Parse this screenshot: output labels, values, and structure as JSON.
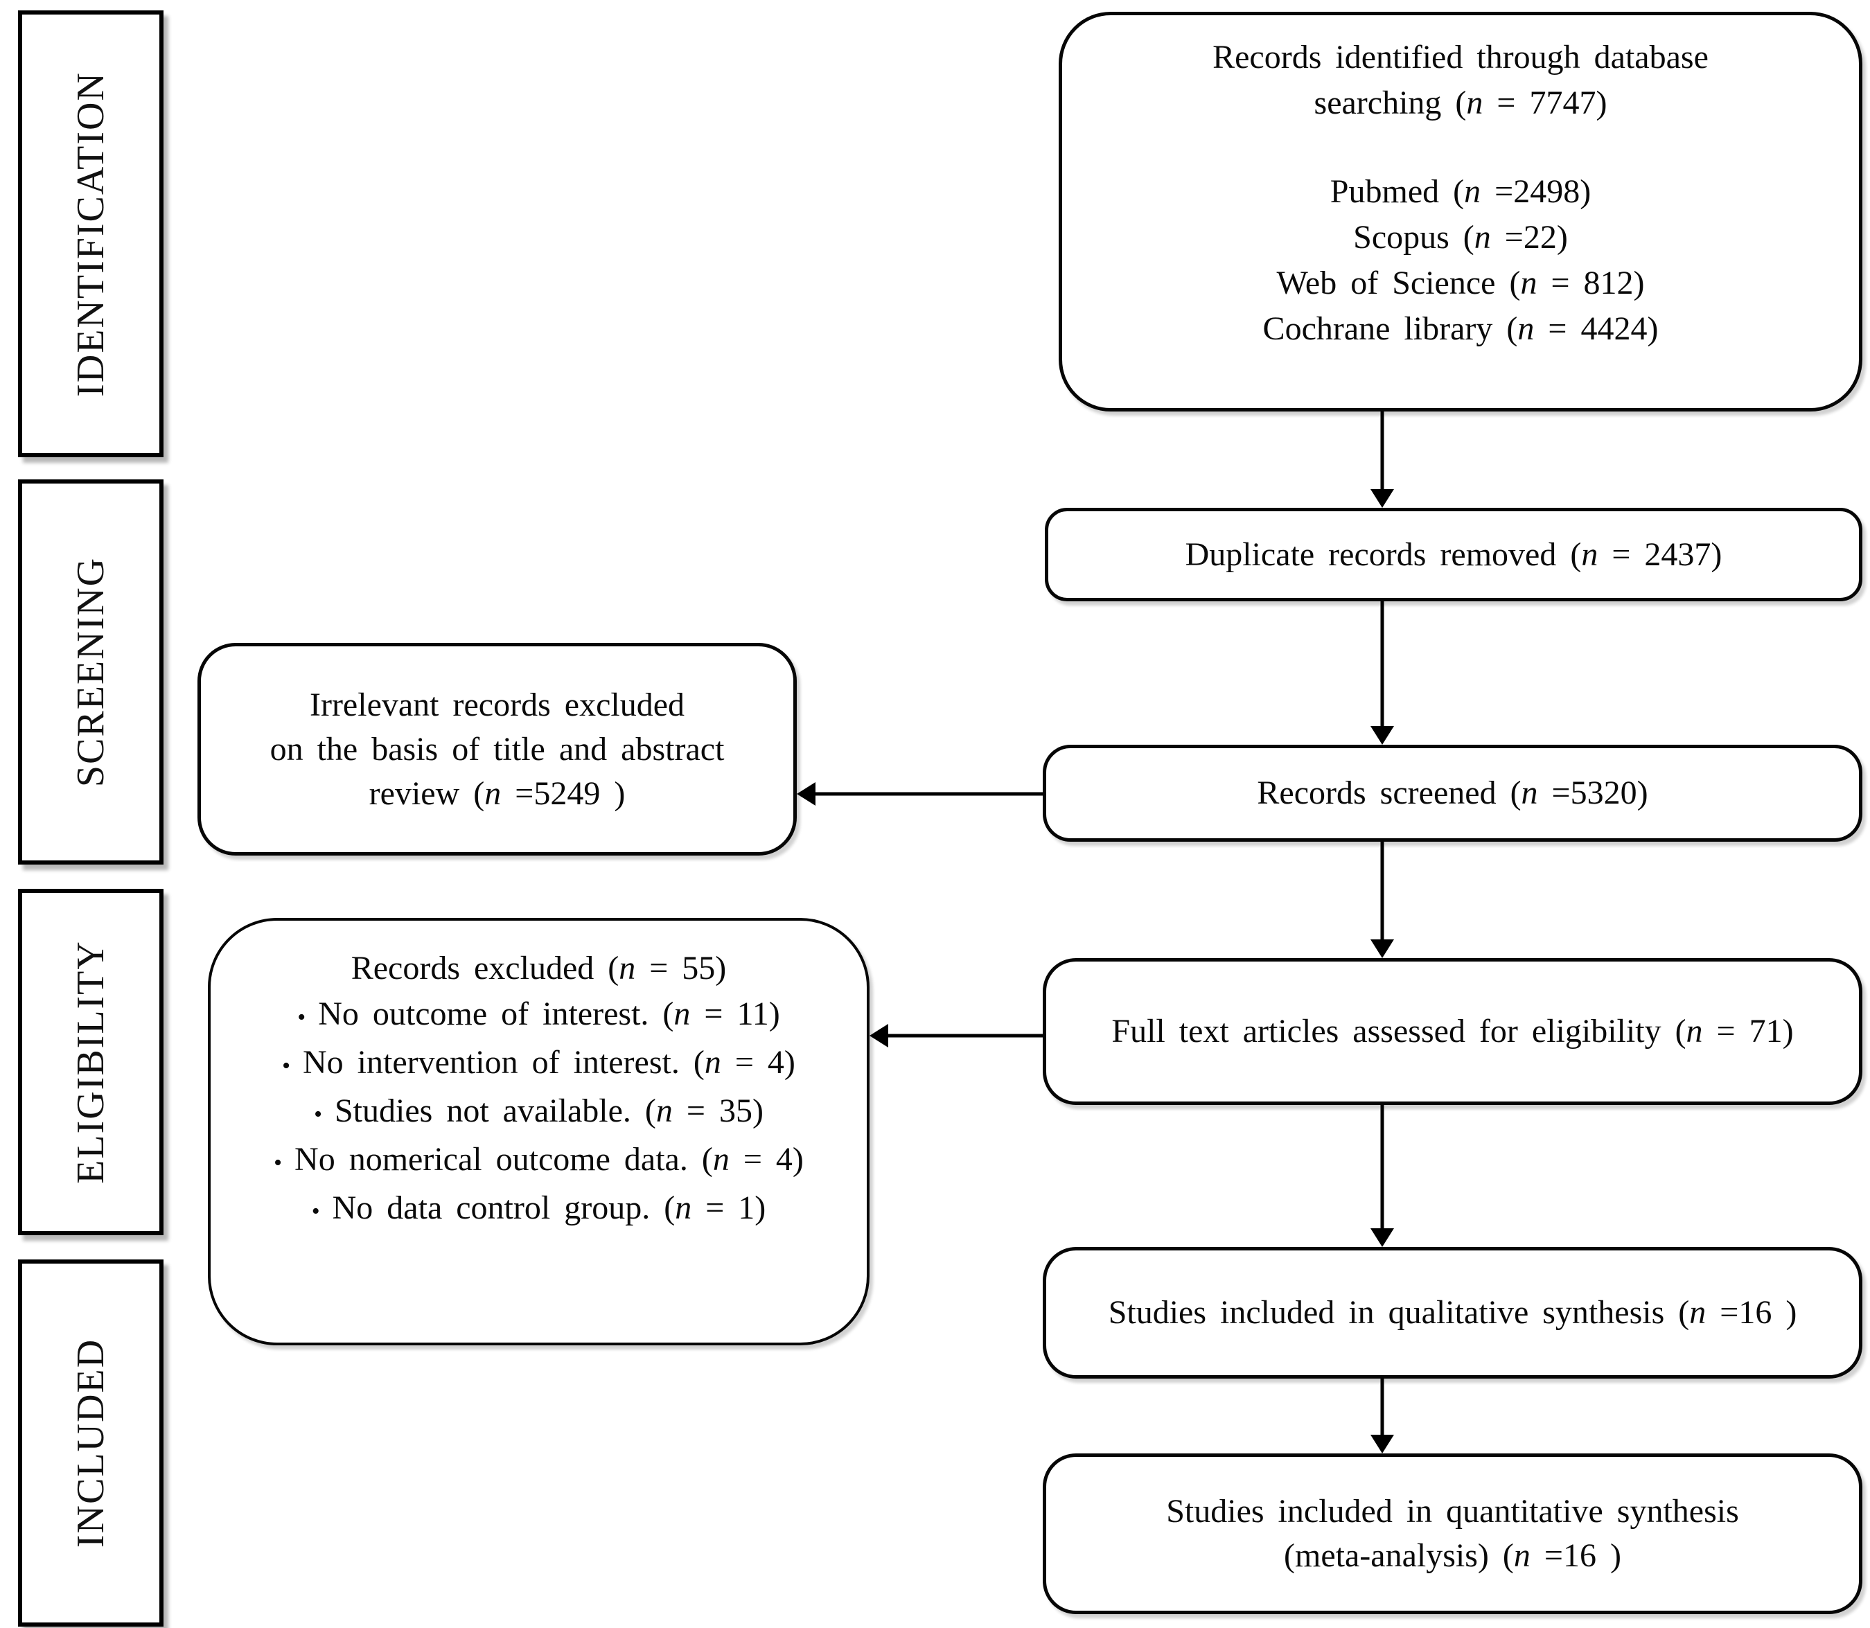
{
  "colors": {
    "ink": "#000000",
    "background": "#ffffff"
  },
  "sidebar": {
    "labels": [
      {
        "text": "IDENTIFICATION"
      },
      {
        "text": "SCREENING"
      },
      {
        "text": "ELIGIBILITY"
      },
      {
        "text": "INCLUDED"
      }
    ]
  },
  "flow": {
    "identified": {
      "line1": {
        "pre": "Records identified through database"
      },
      "line2": {
        "pre": "searching (",
        "n": "n",
        "post": " = 7747)"
      },
      "sources": [
        {
          "pre": "Pubmed (",
          "n": "n",
          "post": " =2498)"
        },
        {
          "pre": "Scopus (",
          "n": "n",
          "post": " =22)"
        },
        {
          "pre": "Web of Science (",
          "n": "n",
          "post": " = 812)"
        },
        {
          "pre": "Cochrane library (",
          "n": "n",
          "post": " = 4424)"
        }
      ]
    },
    "duplicates": {
      "pre": "Duplicate records removed (",
      "n": "n",
      "post": " = 2437)"
    },
    "screened": {
      "pre": "Records screened (",
      "n": "n",
      "post": " =5320)"
    },
    "irrelevant": {
      "line1": {
        "pre": "Irrelevant records excluded"
      },
      "line2": {
        "pre": "on the basis of title and abstract"
      },
      "line3": {
        "pre": "review (",
        "n": "n",
        "post": " =5249 )"
      }
    },
    "fulltext": {
      "pre": "Full text articles assessed for eligibility (",
      "n": "n",
      "post": " = 71)"
    },
    "excluded": {
      "header": {
        "pre": "Records excluded (",
        "n": "n",
        "post": " = 55)"
      },
      "bullet_char": "•",
      "items": [
        {
          "pre": "No outcome of interest. (",
          "n": "n",
          "post": " = 11)"
        },
        {
          "pre": "No intervention of interest. (",
          "n": "n",
          "post": " = 4)"
        },
        {
          "pre": "Studies not available. (",
          "n": "n",
          "post": " = 35)"
        },
        {
          "pre": "No nomerical outcome data. (",
          "n": "n",
          "post": " = 4)"
        },
        {
          "pre": "No data control group. (",
          "n": "n",
          "post": " = 1)"
        }
      ]
    },
    "qualitative": {
      "pre": "Studies included in qualitative synthesis (",
      "n": "n",
      "post": " =16 )"
    },
    "quantitative": {
      "line1": {
        "pre": "Studies included in quantitative synthesis"
      },
      "line2": {
        "pre": "(meta-analysis) (",
        "n": "n",
        "post": " =16 )"
      }
    }
  }
}
